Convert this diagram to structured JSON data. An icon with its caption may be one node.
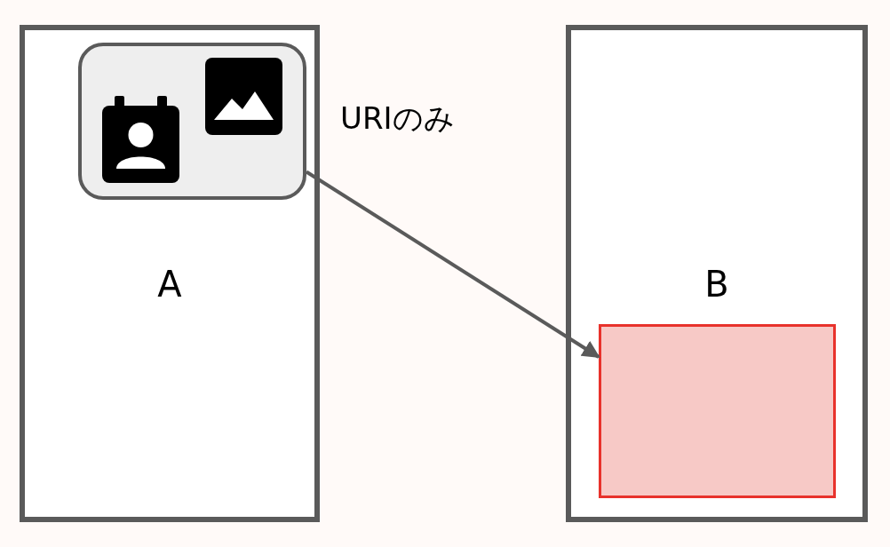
{
  "diagram": {
    "nodes": [
      {
        "text": [
          "A"
        ]
      },
      {
        "text": [],
        "shape": "box",
        "in": 0
      },
      {
        "text": [
          "B"
        ]
      },
      {
        "text": [],
        "shape": "box",
        "in": 2
      }
    ],
    "edges": [
      {
        "from": 1,
        "to": 3,
        "arrow": "to",
        "label": "URIのみ"
      }
    ]
  }
}
